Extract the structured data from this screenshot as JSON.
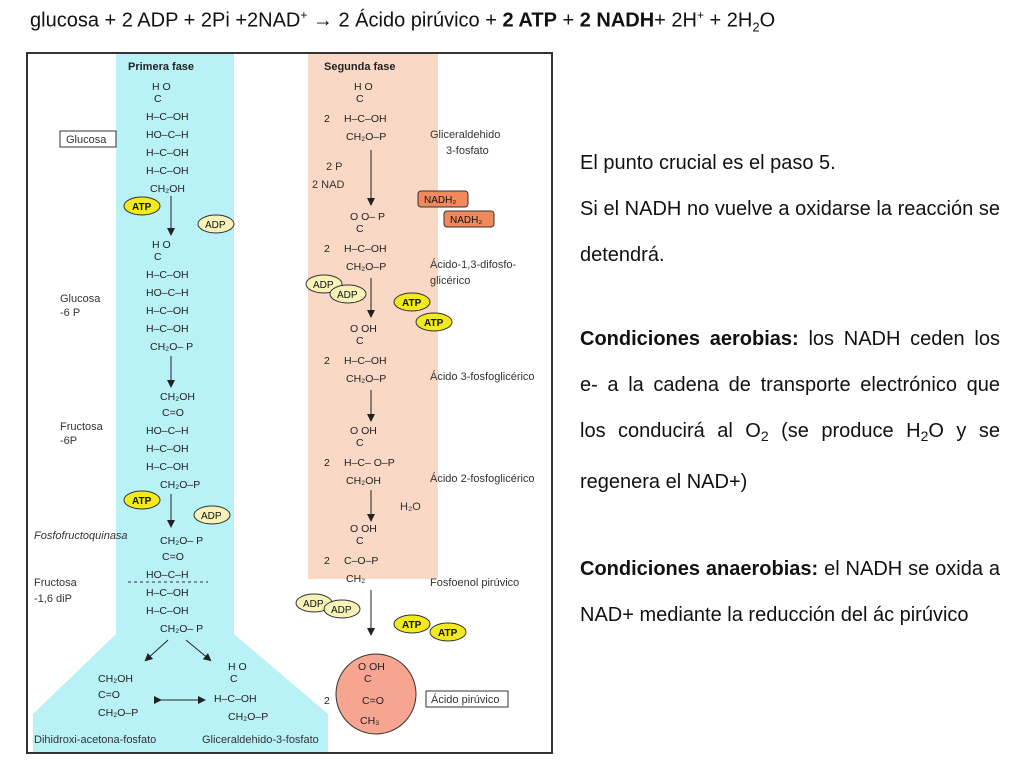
{
  "equation": {
    "part1": "glucosa + 2 ADP + 2Pi +2NAD",
    "sup_plus": "+",
    "part2": " → 2 Ácido pirúvico + ",
    "atp": "2 ATP",
    "plus": " + ",
    "nadh": "2 NADH",
    "part3": "+ 2H",
    "sup_plus2": "+",
    "part4": " + 2H",
    "sub2": "2",
    "part5": "O"
  },
  "diagram": {
    "phase1": "Primera fase",
    "phase2": "Segunda fase",
    "labels": {
      "glucosa": "Glucosa",
      "glucosa6p_1": "Glucosa",
      "glucosa6p_2": "-6 P",
      "fructosa6p_1": "Fructosa",
      "fructosa6p_2": "-6P",
      "fosfofructoquinasa": "Fosfofructoquinasa",
      "fructosa16_1": "Fructosa",
      "fructosa16_2": "-1,6 diP",
      "dhap": "Dihidroxi-acetona-fosfato",
      "g3p_bottom": "Gliceraldehido-3-fosfato",
      "g3p_1": "Gliceraldehido",
      "g3p_2": "3-fosfato",
      "bpg_1": "Ácido-1,3-difosfo-",
      "bpg_2": "glicérico",
      "pg3": "Ácido 3-fosfoglicérico",
      "pg2": "Ácido 2-fosfoglicérico",
      "pep": "Fosfoenol pirúvico",
      "pyruvate": "Ácido pirúvico",
      "two_p": "2 P",
      "two_nad": "2 NAD",
      "h2o": "H₂O"
    },
    "pills": {
      "atp": "ATP",
      "adp": "ADP",
      "nadh2": "NADH₂"
    }
  },
  "side_text": {
    "p1": "El punto crucial es el paso 5.",
    "p2": "Si el NADH no vuelve a oxidarse la reacción se detendrá.",
    "aer_title": "Condiciones aerobias:",
    "aer_body_1": " los NADH ceden los e- a la cadena de transporte electrónico que los conducirá al O",
    "aer_sub": "2",
    "aer_body_2": " (se produce  H",
    "aer_sub2": "2",
    "aer_body_3": "O y se regenera el NAD+)",
    "anaer_title": "Condiciones anaerobias:",
    "anaer_body": " el NADH se oxida a NAD+  mediante la reducción del ác pirúvico"
  },
  "colors": {
    "phase1_bg": "#b8f2f6",
    "phase2_bg": "#f9d9c6",
    "atp_fill": "#f2ea1e",
    "adp_fill": "#f7f3b8",
    "nadh_fill": "#f08a5c",
    "pyruvate_fill": "#f7a590"
  }
}
